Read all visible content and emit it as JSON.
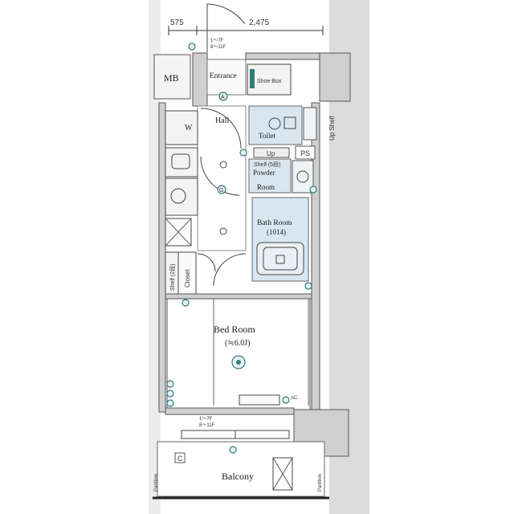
{
  "dimensions": {
    "left": "575",
    "right": "2,475"
  },
  "rooms": {
    "mb": "MB",
    "entrance": "Entrance",
    "shoe_box": "Shoe Box",
    "hall": "Hall",
    "toilet": "Toilet",
    "washer": "W",
    "up": "Up",
    "ps": "PS",
    "shelf_powder": "Shelf (5段)",
    "powder_room_1": "Powder",
    "powder_room_2": "Room",
    "bath_room_1": "Bath Room",
    "bath_room_2": "(1014)",
    "shelf_2": "Shelf (2段)",
    "closet": "Closet",
    "bed_room_1": "Bed Room",
    "bed_room_2": "(≒6.0J)",
    "balcony": "Balcony",
    "partition_left": "Partition",
    "partition_right": "Partition",
    "up_shelf": "Up Shelf",
    "label_a": "A",
    "label_c": "C",
    "label_g": "G"
  },
  "notes": {
    "floors_top_1": "1～7F",
    "floors_top_2": "8～11F",
    "floors_bottom_1": "1～7F",
    "floors_bottom_2": "8～11F",
    "ac": "AC"
  },
  "colors": {
    "wall": "#cfcfcf",
    "wet_area": "#d9e6f0",
    "outside": "#dcdcdc",
    "marker": "#2f7d7a"
  }
}
